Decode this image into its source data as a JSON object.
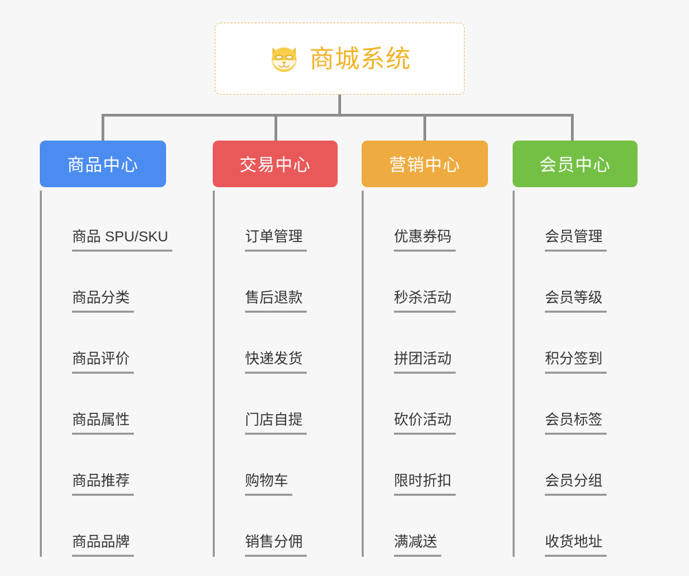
{
  "root": {
    "icon": "dog-face-icon",
    "title": "商城系统"
  },
  "colors": {
    "root_text": "#f0b429",
    "root_border": "#eebe6c",
    "connector": "#8d8d8d",
    "leaf_rule": "#9a9a9a",
    "background": "#f7f7f7",
    "branch_blue": "#4a8cf0",
    "branch_red": "#e9595a",
    "branch_orange": "#eeab3f",
    "branch_green": "#74c044"
  },
  "branches": [
    {
      "label": "商品中心",
      "color": "#4a8cf0",
      "items": [
        "商品 SPU/SKU",
        "商品分类",
        "商品评价",
        "商品属性",
        "商品推荐",
        "商品品牌"
      ]
    },
    {
      "label": "交易中心",
      "color": "#e9595a",
      "items": [
        "订单管理",
        "售后退款",
        "快递发货",
        "门店自提",
        "购物车",
        "销售分佣"
      ]
    },
    {
      "label": "营销中心",
      "color": "#eeab3f",
      "items": [
        "优惠券码",
        "秒杀活动",
        "拼团活动",
        "砍价活动",
        "限时折扣",
        "满减送"
      ]
    },
    {
      "label": "会员中心",
      "color": "#74c044",
      "items": [
        "会员管理",
        "会员等级",
        "积分签到",
        "会员标签",
        "会员分组",
        "收货地址"
      ]
    }
  ]
}
